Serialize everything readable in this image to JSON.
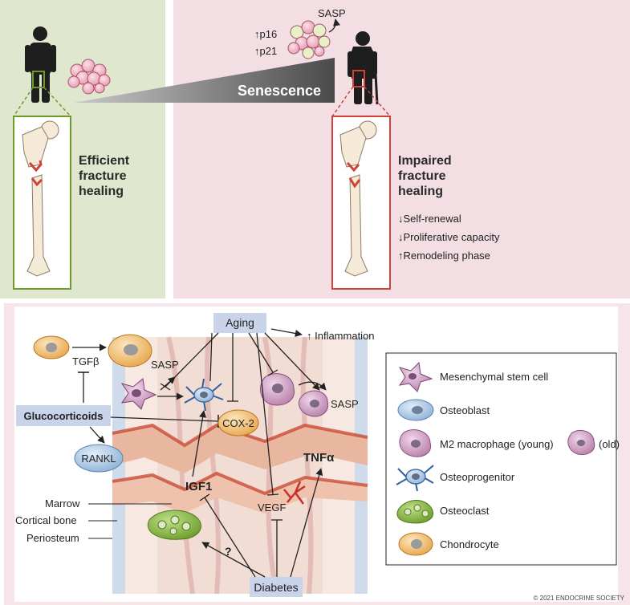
{
  "top": {
    "young_panel_label": [
      "Efficient",
      "fracture",
      "healing"
    ],
    "old_panel_label": [
      "Impaired",
      "fracture",
      "healing"
    ],
    "senescence": "Senescence",
    "sasp_top": "SASP",
    "markers": [
      "↑p16",
      "↑p21"
    ],
    "effects": [
      "↓Self-renewal",
      "↓Proliferative capacity",
      "↑Remodeling phase"
    ]
  },
  "bottom": {
    "aging": "Aging",
    "inflammation": "↑ Inflammation",
    "tgfb": "TGFβ",
    "sasp_left": "SASP",
    "sasp_right": "SASP",
    "glucocorticoids": "Glucocorticoids",
    "cox2": "COX-2",
    "rankl": "RANKL",
    "igf1": "IGF1",
    "vegf": "VEGF",
    "tnfa": "TNFα",
    "question": "?",
    "diabetes": "Diabetes",
    "layers": [
      "Marrow",
      "Cortical bone",
      "Periosteum"
    ]
  },
  "legend": {
    "items": [
      {
        "label": "Mesenchymal stem cell",
        "icon": "mesenchymal-stem-cell-icon"
      },
      {
        "label": "Osteoblast",
        "icon": "osteoblast-icon"
      },
      {
        "label": "M2 macrophage (young)",
        "extra": "(old)",
        "icon": "macrophage-icon"
      },
      {
        "label": "Osteoprogenitor",
        "icon": "osteoprogenitor-icon"
      },
      {
        "label": "Osteoclast",
        "icon": "osteoclast-icon"
      },
      {
        "label": "Chondrocyte",
        "icon": "chondrocyte-icon"
      }
    ]
  },
  "copyright": "© 2021 ENDOCRINE SOCIETY",
  "colors": {
    "young_bg": "#dfe8cf",
    "old_bg": "#f3dfe3",
    "bottom_bg": "#f6e4e8",
    "green_frame": "#6f9a2a",
    "red_frame": "#d0413a",
    "label_box": "#c9d3ea"
  }
}
